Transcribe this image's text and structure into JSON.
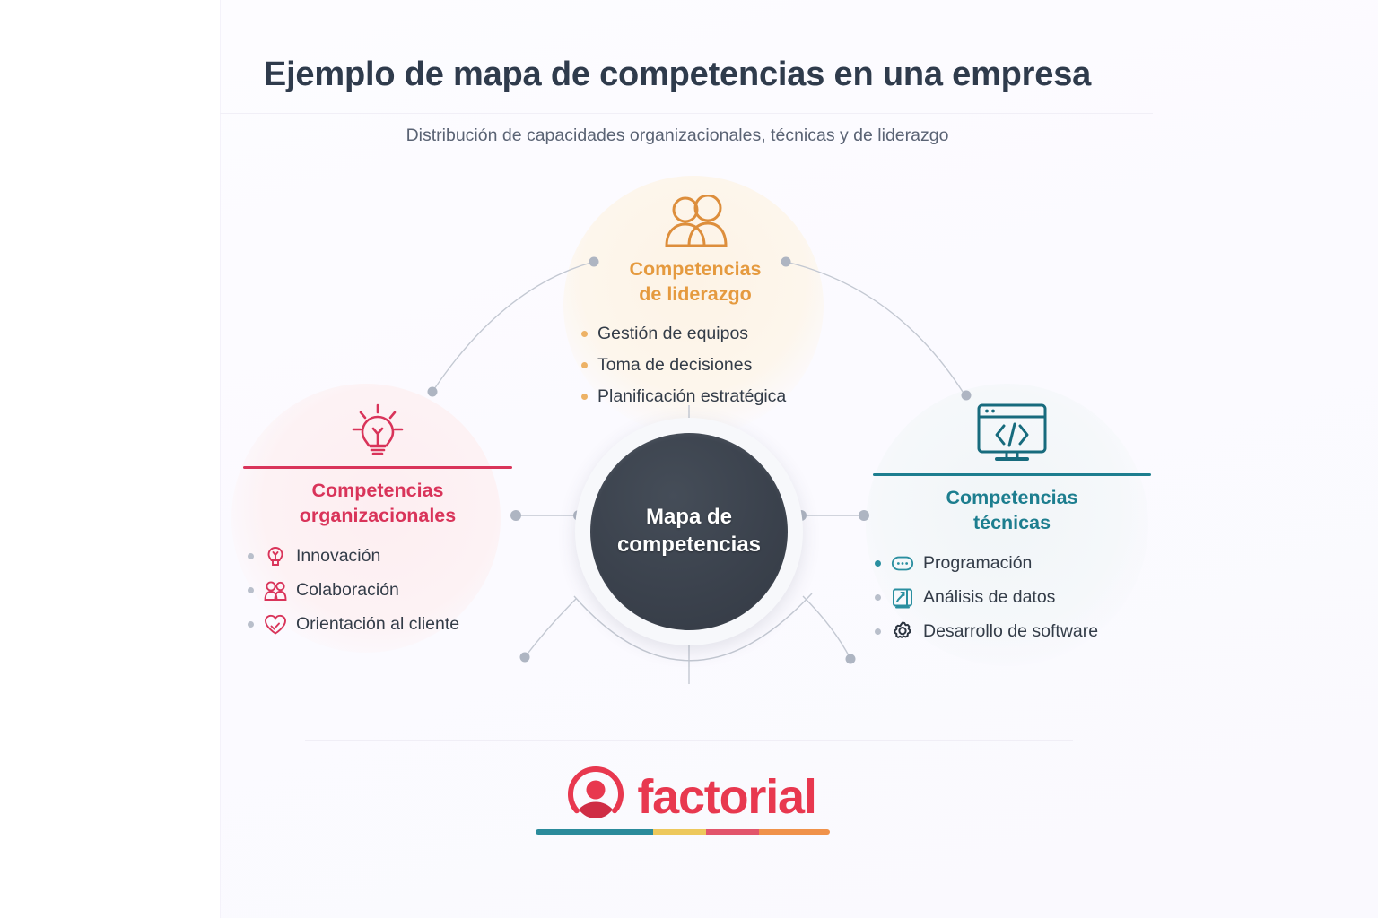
{
  "header": {
    "title": "Ejemplo de mapa de competencias en una empresa",
    "subtitle": "Distribución de capacidades organizacionales, técnicas y de liderazgo"
  },
  "hub": {
    "label_line1": "Mapa de",
    "label_line2": "competencias",
    "color": "#3b424d"
  },
  "branches": [
    {
      "id": "leadership",
      "icon": "people-group-icon",
      "title_line1": "Competencias",
      "title_line2": "de liderazgo",
      "color": "#e59a3f",
      "items": [
        {
          "label": "Gestión de equipos",
          "icon": "bullet-dot"
        },
        {
          "label": "Toma de decisiones",
          "icon": "bullet-dot"
        },
        {
          "label": "Planificación estratégica",
          "icon": "bullet-dot"
        }
      ]
    },
    {
      "id": "organizational",
      "icon": "lightbulb-icon",
      "title_line1": "Competencias",
      "title_line2": "organizacionales",
      "color": "#d9345a",
      "items": [
        {
          "label": "Innovación",
          "icon": "bulb-small-icon"
        },
        {
          "label": "Colaboración",
          "icon": "people-small-icon"
        },
        {
          "label": "Orientación al cliente",
          "icon": "heart-check-icon"
        }
      ]
    },
    {
      "id": "technical",
      "icon": "code-monitor-icon",
      "title_line1": "Competencias",
      "title_line2": "técnicas",
      "color": "#1d7e8f",
      "items": [
        {
          "label": "Programación",
          "icon": "chat-dots-icon"
        },
        {
          "label": "Análisis de datos",
          "icon": "chart-board-icon"
        },
        {
          "label": "Desarrollo de software",
          "icon": "gear-icon"
        }
      ]
    }
  ],
  "footer": {
    "brand": "factorial",
    "logo_icon": "factorial-avatar-icon",
    "bar_segments": [
      {
        "color": "#2b8b9b",
        "width": 40
      },
      {
        "color": "#edc85c",
        "width": 18
      },
      {
        "color": "#e2556b",
        "width": 18
      },
      {
        "color": "#f0924a",
        "width": 24
      }
    ]
  },
  "connector_color": "#b9bfcb"
}
